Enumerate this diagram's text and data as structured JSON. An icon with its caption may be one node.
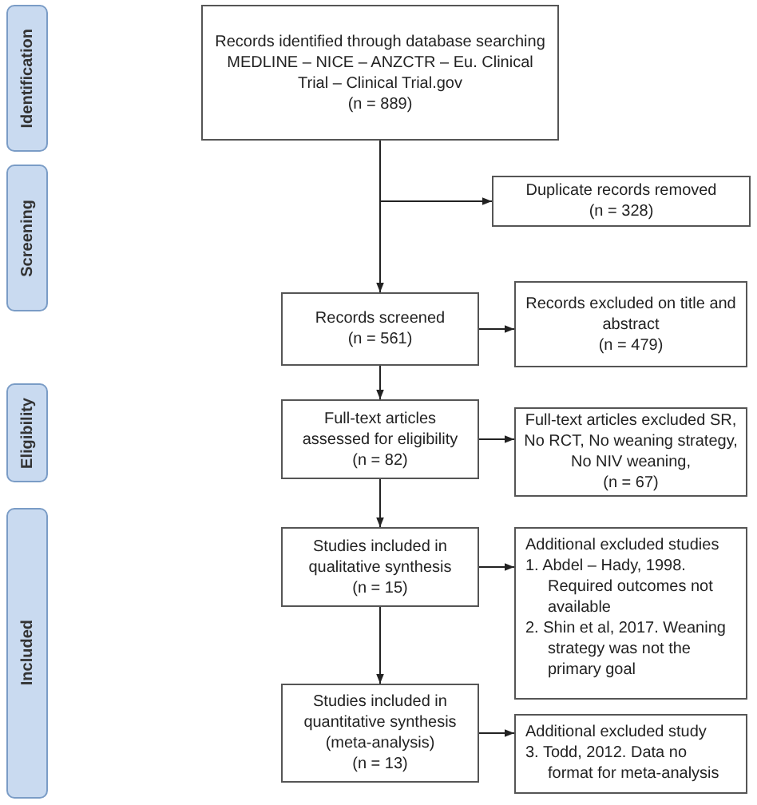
{
  "diagram": {
    "nodes": [
      {
        "text": [
          "Identification"
        ]
      },
      {
        "text": [
          "Records identified through database searching MEDLINE – NICE – ANZCTR – Eu. Clinical Trial – Clinical Trial.gov",
          "(n = 889)"
        ]
      },
      {
        "text": [
          "Duplicate records removed",
          "(n = 328)"
        ]
      },
      {
        "text": [
          "Screening"
        ]
      },
      {
        "text": [
          "Records screened",
          "(n = 561)"
        ]
      },
      {
        "text": [
          "Records excluded on title and abstract",
          "(n = 479)"
        ]
      },
      {
        "text": [
          "Eligibility"
        ]
      },
      {
        "text": [
          "Full-text articles assessed for eligibility",
          "(n = 82)"
        ]
      },
      {
        "text": [
          "Full-text articles excluded SR, No RCT, No weaning strategy, No NIV weaning,",
          "(n = 67)"
        ]
      },
      {
        "text": [
          "Included"
        ]
      },
      {
        "text": [
          "Studies included in qualitative synthesis",
          "(n = 15)"
        ]
      },
      {
        "text": [
          "Additional excluded studies",
          "1. Abdel – Hady, 1998. Required outcomes not available",
          "2. Shin et al, 2017. Weaning strategy was not the primary goal"
        ]
      },
      {
        "text": [
          "Studies included in quantitative synthesis (meta-analysis)",
          "(n = 13)"
        ]
      },
      {
        "text": [
          "Additional excluded study",
          "3. Todd, 2012. Data no format for meta-analysis"
        ]
      }
    ],
    "edges": [
      {
        "from": 1,
        "to": 4,
        "arrow": "to"
      },
      {
        "from": 1,
        "to": 2,
        "arrow": "to"
      },
      {
        "from": 4,
        "to": 5,
        "arrow": "to"
      },
      {
        "from": 4,
        "to": 7,
        "arrow": "to"
      },
      {
        "from": 7,
        "to": 8,
        "arrow": "to"
      },
      {
        "from": 7,
        "to": 10,
        "arrow": "to"
      },
      {
        "from": 10,
        "to": 11,
        "arrow": "to"
      },
      {
        "from": 10,
        "to": 12,
        "arrow": "to"
      },
      {
        "from": 12,
        "to": 13,
        "arrow": "to"
      }
    ]
  }
}
